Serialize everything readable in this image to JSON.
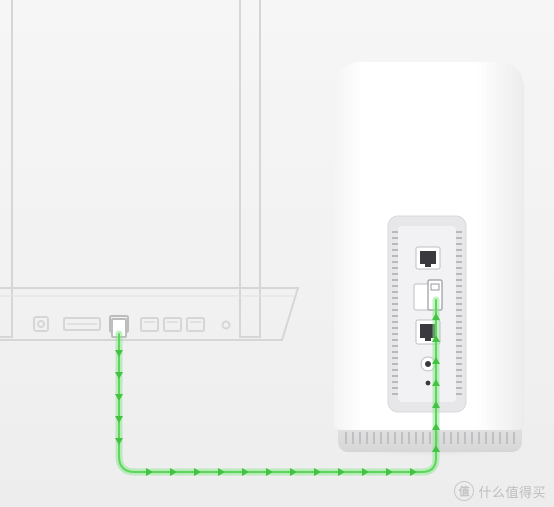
{
  "scene": {
    "description_free": true,
    "router_outline": {
      "line_color": "#d4d4d4"
    },
    "device": {
      "body_color": "#ffffff",
      "panel_color": "#e9e9ec",
      "vent_color": "#c7c7cc"
    },
    "cable": {
      "color": "#6fdc6f",
      "arrow_color": "#4fcf4f"
    },
    "icons": [
      "router-outline",
      "white-cylinder-router",
      "ethernet-cable-arrow"
    ]
  },
  "watermark": {
    "badge": "值",
    "text": "什么值得买"
  }
}
